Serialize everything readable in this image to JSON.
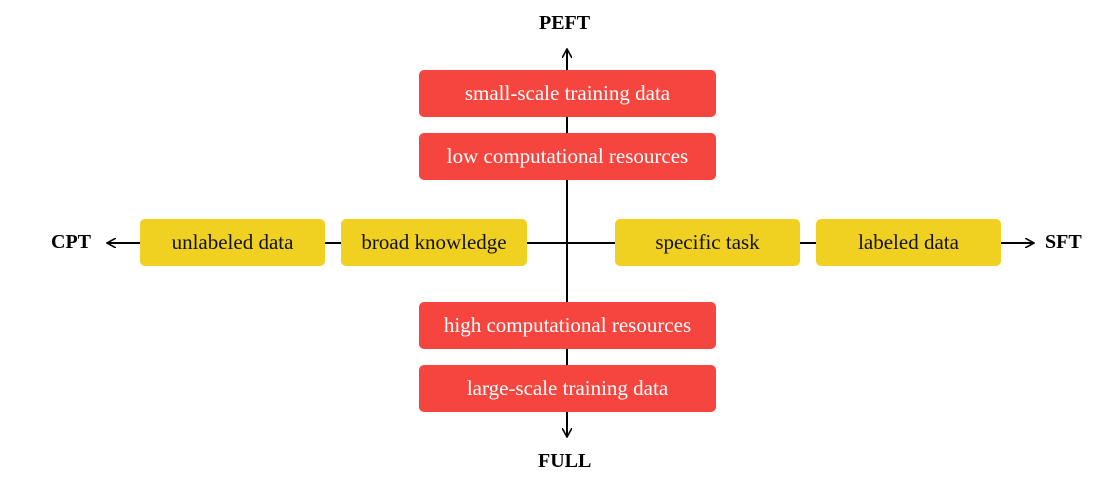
{
  "colors": {
    "red_box": "#f5453e",
    "yellow_box": "#f0d020",
    "axis": "#000000"
  },
  "axes": {
    "up": "PEFT",
    "down": "FULL",
    "left": "CPT",
    "right": "SFT"
  },
  "boxes": {
    "top_outer": "small-scale training data",
    "top_inner": "low computational resources",
    "bottom_inner": "high computational resources",
    "bottom_outer": "large-scale training data",
    "left_outer": "unlabeled data",
    "left_inner": "broad knowledge",
    "right_inner": "specific task",
    "right_outer": "labeled data"
  }
}
